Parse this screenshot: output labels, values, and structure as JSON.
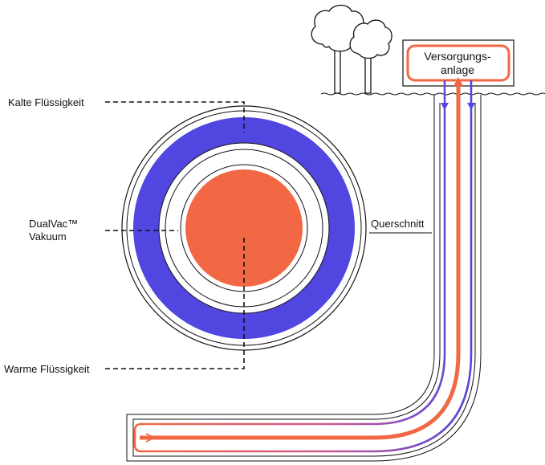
{
  "labels": {
    "cold_fluid": "Kalte Flüssigkeit",
    "vacuum_line1": "DualVac™",
    "vacuum_line2": "Vakuum",
    "warm_fluid": "Warme Flüssigkeit",
    "cross_section": "Querschnitt",
    "supply_line1": "Versorgungs-",
    "supply_line2": "anlage"
  },
  "colors": {
    "cold": "#5146e0",
    "warm": "#f26744",
    "outline": "#111111",
    "background": "#ffffff"
  },
  "icons": [
    "tree-icon",
    "tree-icon",
    "flow-arrow-down-icon",
    "flow-arrow-up-icon",
    "flow-arrow-right-icon"
  ]
}
